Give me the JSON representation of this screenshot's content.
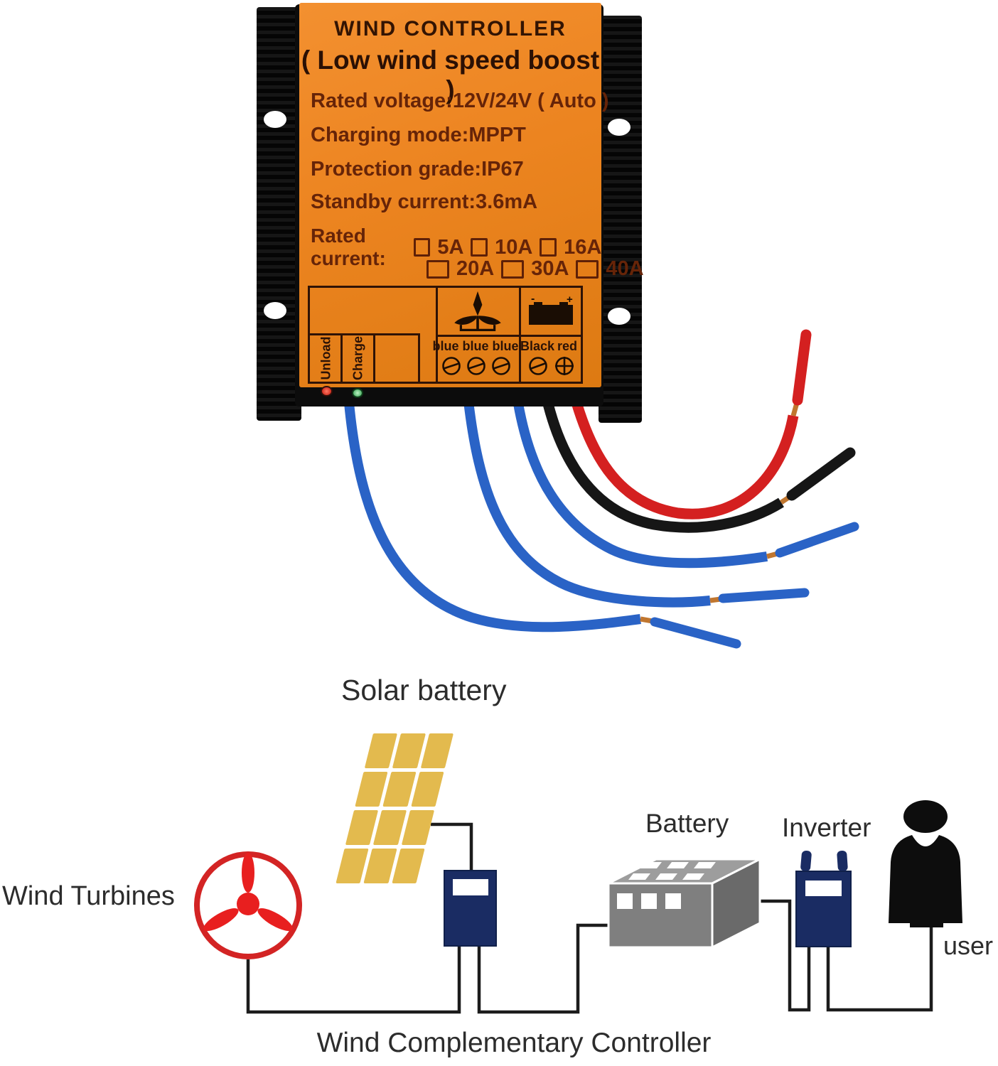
{
  "product": {
    "label": {
      "title": "WIND CONTROLLER",
      "subtitle": "( Low wind speed boost )",
      "specs": [
        "Rated voltage:12V/24V ( Auto )",
        "Charging mode:MPPT",
        "Protection grade:IP67",
        "Standby current:3.6mA"
      ],
      "rated_current_label": "Rated current:",
      "rated_current_options": [
        "5A",
        "10A",
        "16A",
        "20A",
        "30A",
        "40A"
      ],
      "terminals": {
        "unload": "Unload",
        "charge": "Charge",
        "turbine_wires": "blue blue blue",
        "battery_wire_neg": "Black",
        "battery_wire_pos": "red"
      },
      "icons": {
        "turbine_cell": "wind-turbine",
        "battery_cell": "battery",
        "turbine_screws": "slotted-screw x3",
        "battery_screws": "slotted-screw + phillips-screw",
        "indicators": [
          "red-led",
          "green-led"
        ]
      }
    },
    "colors": {
      "label_orange": "#EC8420",
      "label_text_dark": "#331403",
      "label_text_maroon": "#662408",
      "body_black": "#0C0C0C",
      "wire_blue": "#2A63C6",
      "wire_red": "#D42020",
      "wire_black": "#161616",
      "copper": "#C0762F"
    }
  },
  "diagram": {
    "labels": {
      "solar": "Solar battery",
      "wind": "Wind Turbines",
      "battery": "Battery",
      "inverter": "Inverter",
      "user": "user",
      "caption": "Wind Complementary Controller"
    },
    "colors": {
      "panel_gold": "#E3BA4E",
      "turbine_red": "#D32424",
      "controller_navy": "#1A2C63",
      "battery_gray": "#7F7F7F",
      "line_black": "#1C1C1C",
      "text": "#2C2C2C"
    }
  }
}
